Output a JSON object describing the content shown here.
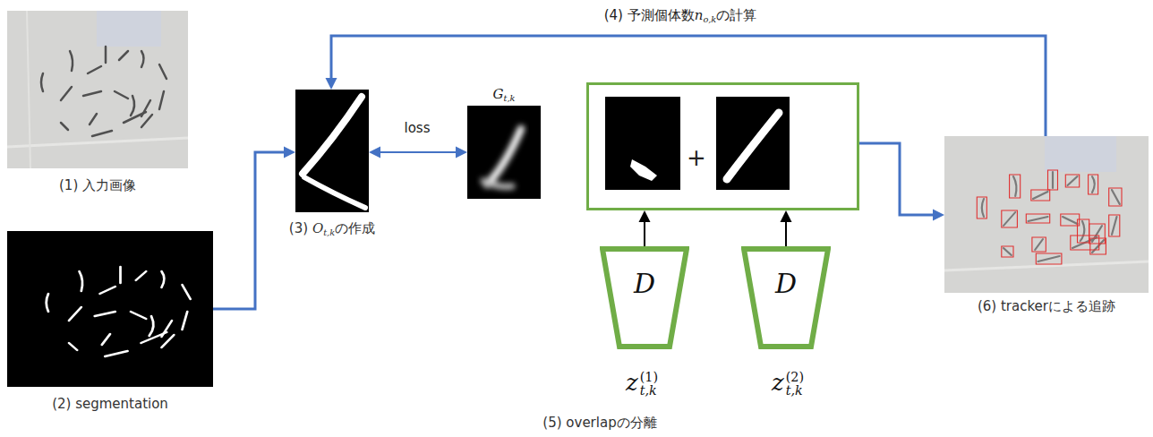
{
  "diagram": {
    "nodes": [
      {
        "text": [
          "(1) 入力画像"
        ]
      },
      {
        "text": [
          "(2) segmentation"
        ]
      },
      {
        "text": [
          "(3) Ot,kの作成"
        ]
      },
      {
        "text": [
          "Gt,k"
        ]
      },
      {
        "text": [
          "+"
        ]
      },
      {
        "text": [
          "D"
        ]
      },
      {
        "text": [
          "D"
        ]
      },
      {
        "text": [
          "(6) trackerによる追跡"
        ]
      }
    ],
    "edges": [
      {
        "from": 1,
        "to": 2,
        "arrow": "to"
      },
      {
        "from": 2,
        "to": 3,
        "label": "loss",
        "arrow": "both"
      },
      {
        "from": 5,
        "to": 4,
        "arrow": "to"
      },
      {
        "from": 6,
        "to": 4,
        "arrow": "to"
      },
      {
        "from": 4,
        "to": 7,
        "arrow": "to"
      },
      {
        "from": 7,
        "to": 2,
        "label": "(4) 予測個体数no,kの計算",
        "arrow": "to"
      }
    ],
    "labels": [
      "z(1)t,k",
      "z(2)t,k",
      "(5) overlapの分離"
    ]
  }
}
